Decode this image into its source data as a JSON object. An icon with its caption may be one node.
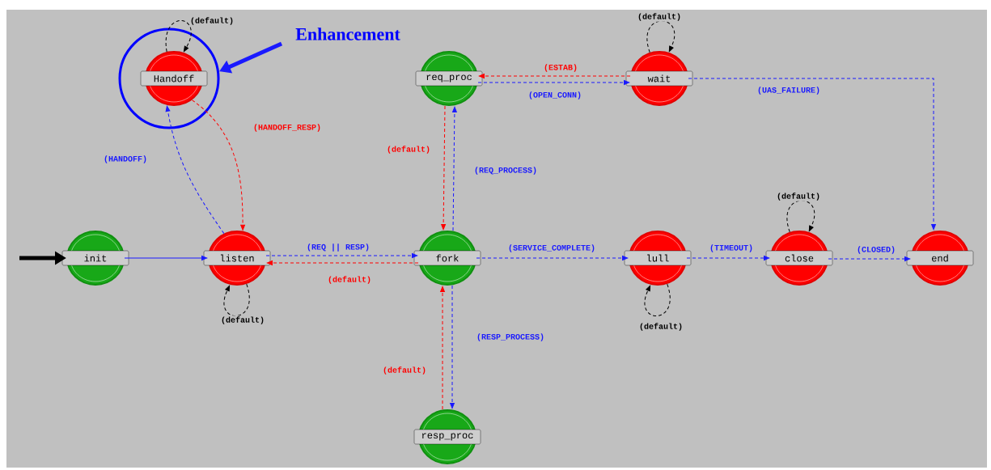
{
  "diagram": {
    "nodes": [
      {
        "text": [],
        "shape": "circle"
      },
      {
        "text": [
          "Handoff"
        ],
        "in": 0
      },
      {
        "text": [
          "Enhancement"
        ]
      },
      {
        "text": [
          "req_proc"
        ]
      },
      {
        "text": [
          "wait"
        ]
      },
      {
        "text": [
          "init"
        ]
      },
      {
        "text": [
          "listen"
        ]
      },
      {
        "text": [
          "fork"
        ]
      },
      {
        "text": [
          "lull"
        ]
      },
      {
        "text": [
          "close"
        ]
      },
      {
        "text": [
          "end"
        ]
      },
      {
        "text": [
          "resp_proc"
        ]
      }
    ],
    "edges": [
      {
        "from": null,
        "to": 5,
        "arrow": "to",
        "style": "thick",
        "color": "#000000"
      },
      {
        "from": 5,
        "to": 6,
        "arrow": "to"
      },
      {
        "from": 6,
        "to": 1,
        "arrow": "to",
        "label": "(HANDOFF)",
        "style": "dashed"
      },
      {
        "from": 1,
        "to": 6,
        "arrow": "to",
        "label": "(HANDOFF_RESP)",
        "style": "dashed",
        "color": "#ff0000"
      },
      {
        "from": 1,
        "to": 1,
        "arrow": "to",
        "label": "(default)",
        "style": "dashed",
        "color": "#000000"
      },
      {
        "from": 6,
        "to": 7,
        "arrow": "to",
        "label": "(REQ || RESP)",
        "style": "dashed"
      },
      {
        "from": 7,
        "to": 6,
        "arrow": "to",
        "label": "(default)",
        "style": "dashed",
        "color": "#ff0000"
      },
      {
        "from": 6,
        "to": 6,
        "arrow": "to",
        "label": "(default)",
        "style": "dashed",
        "color": "#000000"
      },
      {
        "from": 7,
        "to": 3,
        "arrow": "to",
        "label": "(REQ_PROCESS)",
        "style": "dashed"
      },
      {
        "from": 3,
        "to": 7,
        "arrow": "to",
        "label": "(default)",
        "style": "dashed",
        "color": "#ff0000"
      },
      {
        "from": 3,
        "to": 4,
        "arrow": "to",
        "label": "(OPEN_CONN)",
        "style": "dashed"
      },
      {
        "from": 4,
        "to": 3,
        "arrow": "to",
        "label": "(ESTAB)",
        "style": "dashed",
        "color": "#ff0000"
      },
      {
        "from": 4,
        "to": 4,
        "arrow": "to",
        "label": "(default)",
        "style": "dashed",
        "color": "#000000"
      },
      {
        "from": 4,
        "to": 10,
        "arrow": "to",
        "label": "(UAS_FAILURE)",
        "style": "dashed"
      },
      {
        "from": 7,
        "to": 11,
        "arrow": "to",
        "label": "(RESP_PROCESS)",
        "style": "dashed"
      },
      {
        "from": 11,
        "to": 7,
        "arrow": "to",
        "label": "(default)",
        "style": "dashed",
        "color": "#ff0000"
      },
      {
        "from": 7,
        "to": 8,
        "arrow": "to",
        "label": "(SERVICE_COMPLETE)",
        "style": "dashed"
      },
      {
        "from": 8,
        "to": 8,
        "arrow": "to",
        "label": "(default)",
        "style": "dashed",
        "color": "#000000"
      },
      {
        "from": 8,
        "to": 9,
        "arrow": "to",
        "label": "(TIMEOUT)",
        "style": "dashed"
      },
      {
        "from": 9,
        "to": 9,
        "arrow": "to",
        "label": "(default)",
        "style": "dashed",
        "color": "#000000"
      },
      {
        "from": 9,
        "to": 10,
        "arrow": "to",
        "label": "(CLOSED)",
        "style": "dashed"
      },
      {
        "from": 2,
        "to": 0,
        "arrow": "to",
        "style": "thick"
      }
    ]
  }
}
